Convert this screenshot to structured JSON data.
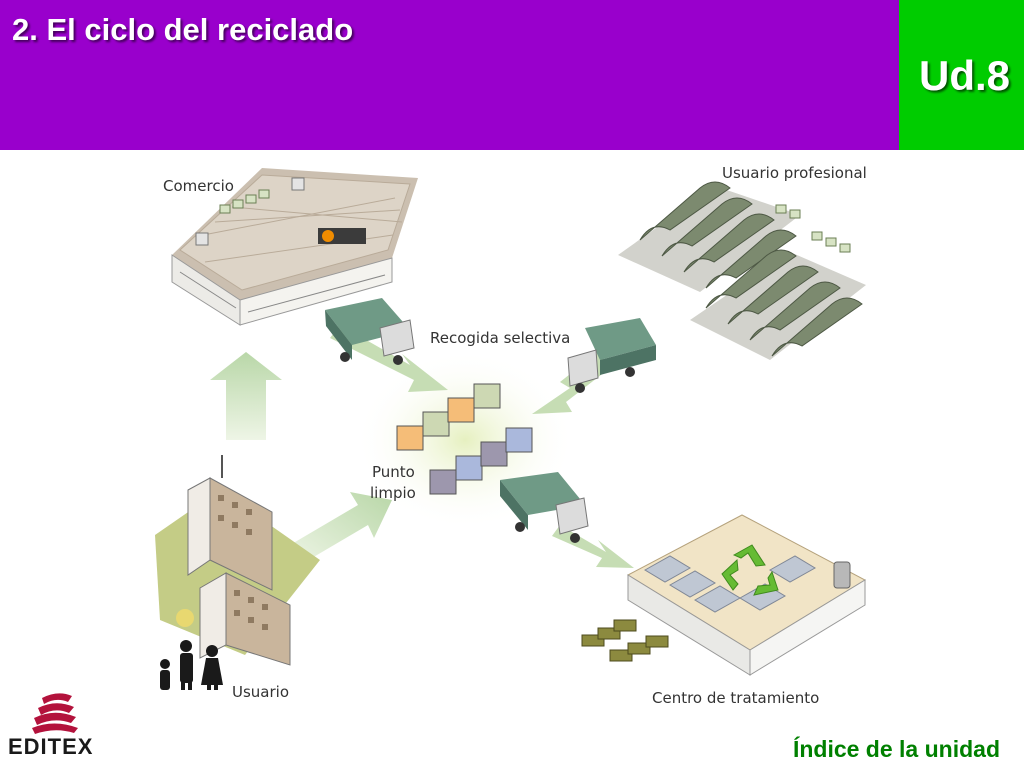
{
  "header": {
    "title": "2. El ciclo del reciclado",
    "unit_badge": "Ud.8"
  },
  "diagram": {
    "labels": {
      "comercio": "Comercio",
      "usuario_profesional": "Usuario profesional",
      "recogida_selectiva": "Recogida selectiva",
      "punto": "Punto",
      "limpio": "limpio",
      "usuario": "Usuario",
      "centro_tratamiento": "Centro de tratamiento"
    }
  },
  "footer": {
    "logo_text": "EDITEX",
    "index_link": "Índice de la unidad"
  },
  "colors": {
    "header_bg": "#9900cc",
    "badge_bg": "#00cc00",
    "link": "#008000",
    "logo": "#b3123c"
  }
}
